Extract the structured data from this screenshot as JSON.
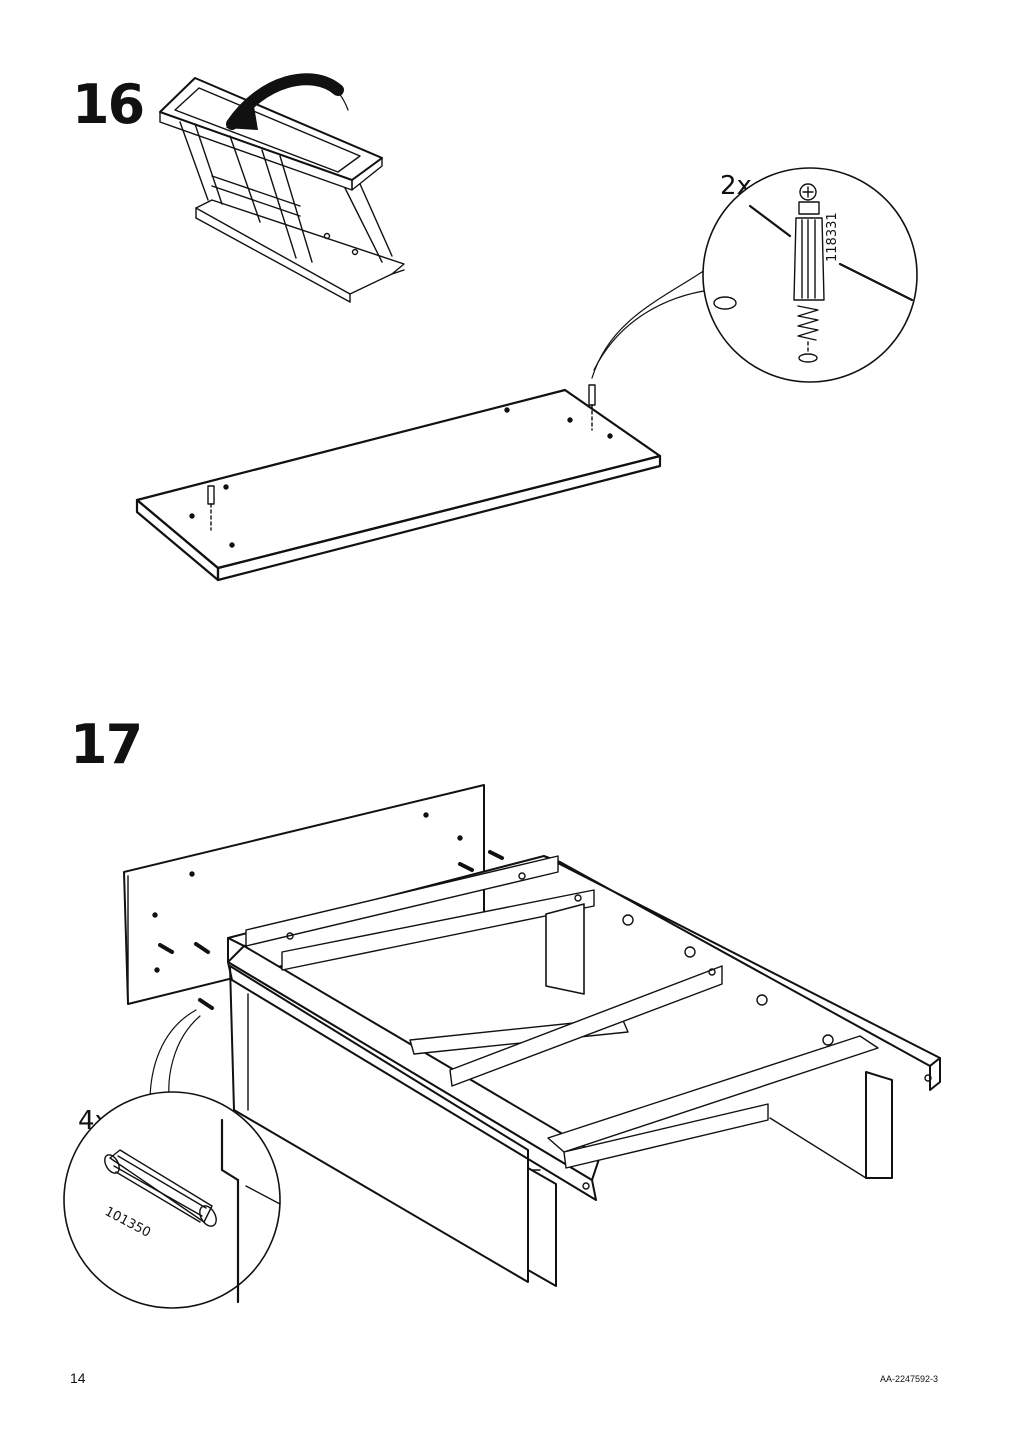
{
  "steps": [
    {
      "number": "16",
      "quantity": "2x",
      "part_number": "118331",
      "part": "dowel-screw"
    },
    {
      "number": "17",
      "quantity": "4x",
      "part_number": "101350",
      "part": "wooden-dowel"
    }
  ],
  "footer": {
    "page_number": "14",
    "document_id": "AA-2247592-3"
  }
}
